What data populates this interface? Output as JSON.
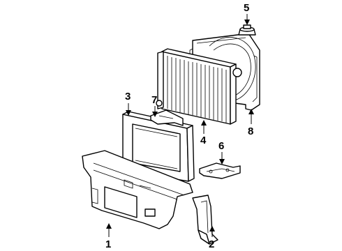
{
  "parts": [
    {
      "id": "part-1",
      "number": "1"
    },
    {
      "id": "part-2",
      "number": "2"
    },
    {
      "id": "part-3",
      "number": "3"
    },
    {
      "id": "part-4",
      "number": "4"
    },
    {
      "id": "part-5",
      "number": "5"
    },
    {
      "id": "part-6",
      "number": "6"
    },
    {
      "id": "part-7",
      "number": "7"
    },
    {
      "id": "part-8",
      "number": "8"
    }
  ]
}
